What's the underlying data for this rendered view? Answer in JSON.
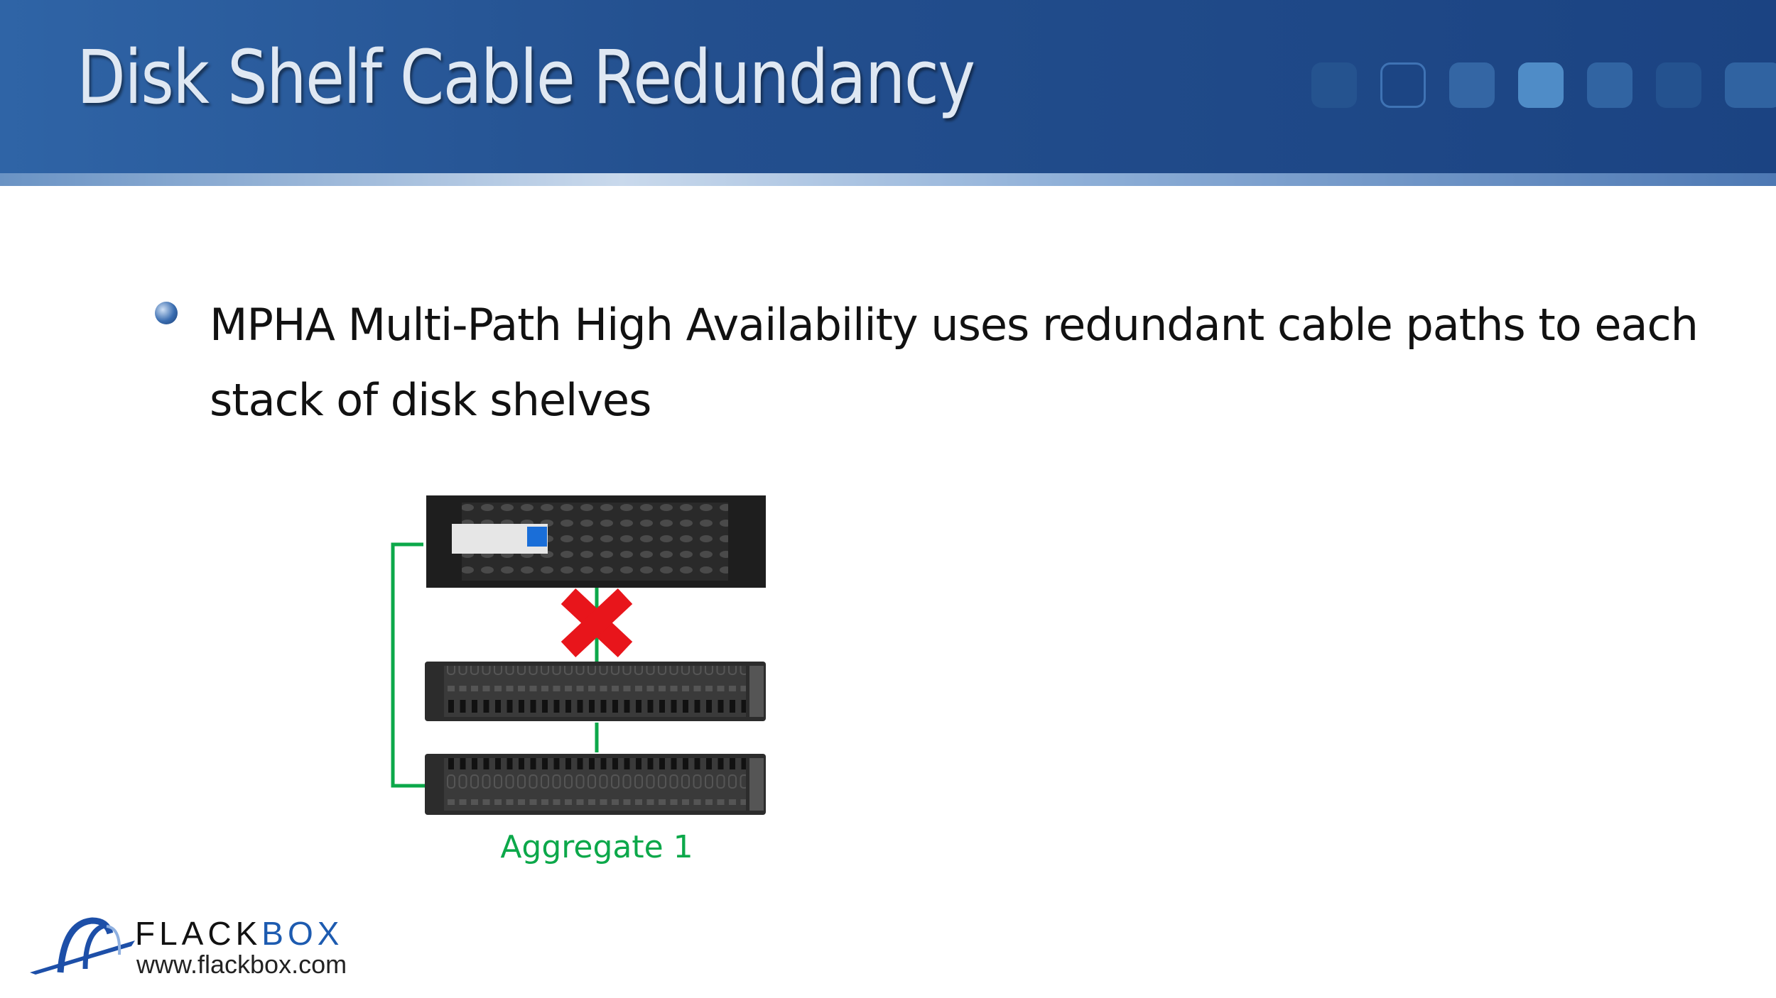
{
  "slide": {
    "title": "Disk Shelf Cable Redundancy",
    "bullet": "MPHA Multi-Path High Availability uses redundant cable paths to each stack of disk shelves",
    "nav_squares": 7,
    "active_square": 4
  },
  "diagram": {
    "label": "Aggregate 1",
    "cable_color": "#0ca84a",
    "failure_color": "#e8151b",
    "failed_link": "controller-to-shelf-1"
  },
  "logo": {
    "brand_part1": "Flack",
    "brand_part2": "box",
    "url": "www.flackbox.com"
  }
}
